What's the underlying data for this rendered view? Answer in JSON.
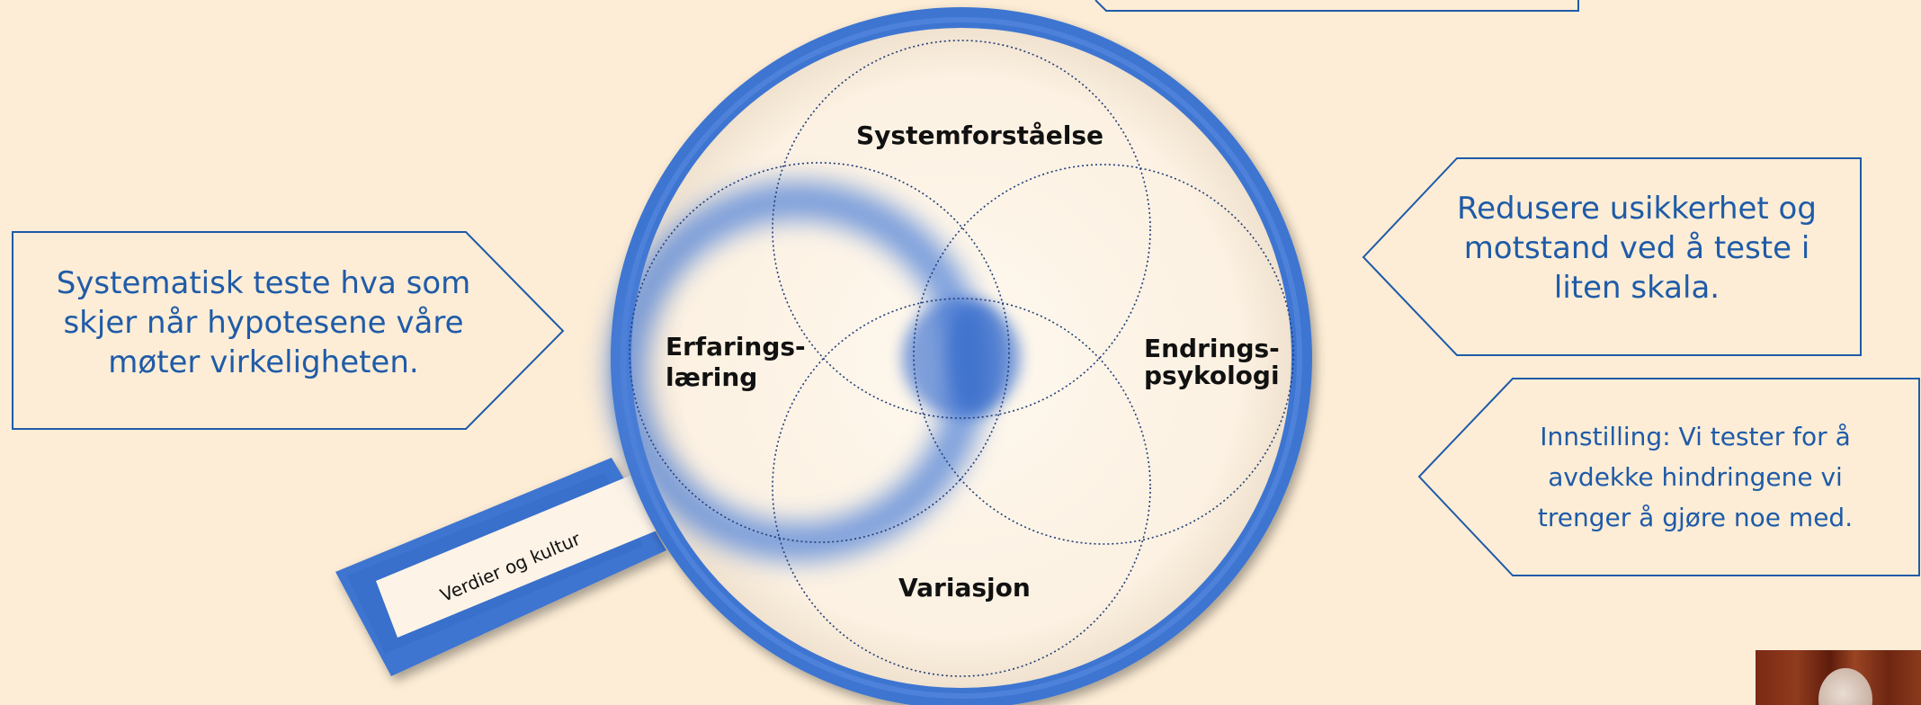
{
  "diagram": {
    "circles": {
      "top": "Systemforståelse",
      "left_line1": "Erfarings-",
      "left_line2": "læring",
      "right_line1": "Endrings-",
      "right_line2": "psykologi",
      "bottom": "Variasjon"
    },
    "handle_label": "Verdier og kultur"
  },
  "callouts": {
    "left": {
      "line1": "Systematisk teste hva som",
      "line2": "skjer når hypotesene våre",
      "line3": "møter virkeligheten."
    },
    "right_top": {
      "line1": "Redusere usikkerhet og",
      "line2": "motstand ved å teste i",
      "line3": "liten skala."
    },
    "right_bottom": {
      "line1": "Innstilling: Vi tester for å",
      "line2": "avdekke hindringene vi",
      "line3": "trenger å gjøre noe med."
    }
  },
  "colors": {
    "background": "#fdedd6",
    "ring": "#3d74d1",
    "callout_text": "#1f5ba8",
    "callout_border": "#1f5ba8",
    "lens_fill": "#fdf3e6"
  }
}
